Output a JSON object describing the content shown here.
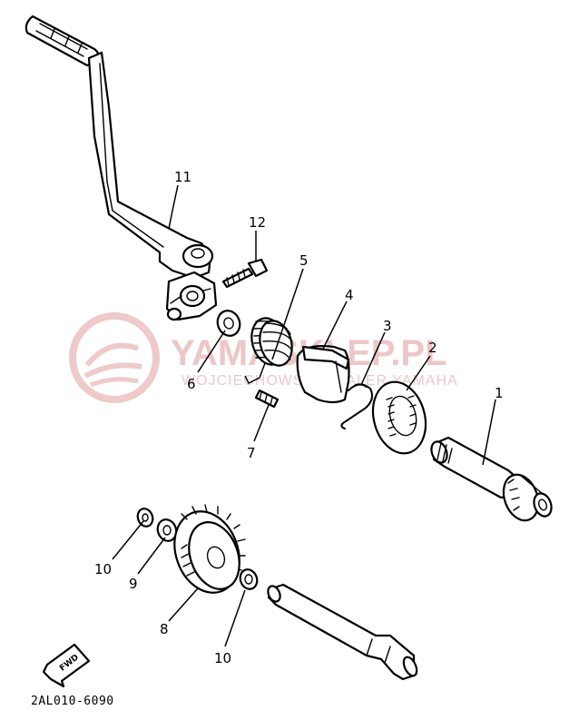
{
  "diagram": {
    "drawing_code": "2AL010-6090",
    "fwd_label": "FWD",
    "callouts": [
      {
        "id": "c11",
        "label": "11"
      },
      {
        "id": "c12",
        "label": "12"
      },
      {
        "id": "c5",
        "label": "5"
      },
      {
        "id": "c4",
        "label": "4"
      },
      {
        "id": "c3",
        "label": "3"
      },
      {
        "id": "c2",
        "label": "2"
      },
      {
        "id": "c1",
        "label": "1"
      },
      {
        "id": "c6",
        "label": "6"
      },
      {
        "id": "c7",
        "label": "7"
      },
      {
        "id": "c10a",
        "label": "10"
      },
      {
        "id": "c9",
        "label": "9"
      },
      {
        "id": "c8",
        "label": "8"
      },
      {
        "id": "c10b",
        "label": "10"
      }
    ]
  },
  "watermark": {
    "brand": "YAMASKLEP.PL",
    "tagline": "WOJCIECHOWSKI DEALER YAMAHA",
    "color": "#e8b5b5"
  }
}
